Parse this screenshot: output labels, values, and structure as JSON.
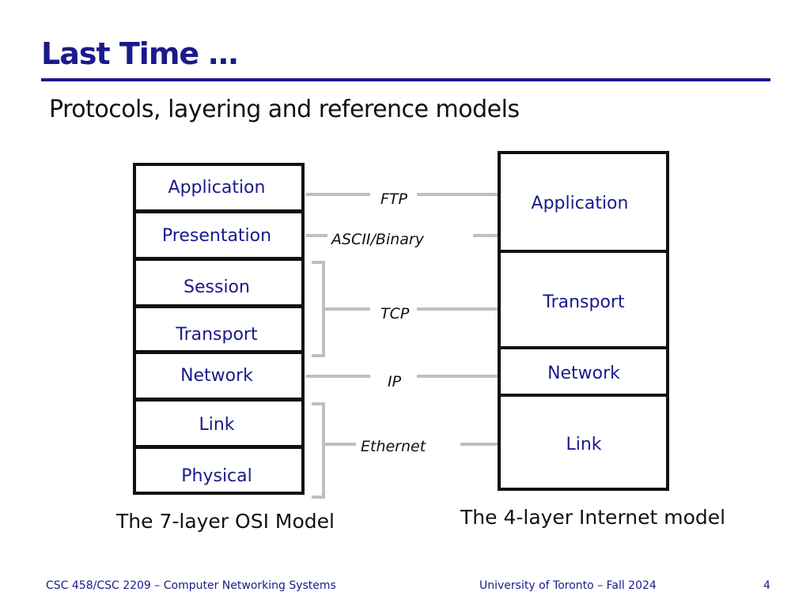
{
  "slide": {
    "title": "Last Time …",
    "subtitle": "Protocols, layering and reference models"
  },
  "osi_model": {
    "caption": "The 7-layer OSI Model",
    "layers": [
      "Application",
      "Presentation",
      "Session",
      "Transport",
      "Network",
      "Link",
      "Physical"
    ]
  },
  "internet_model": {
    "caption": "The 4-layer Internet model",
    "layers": [
      "Application",
      "Transport",
      "Network",
      "Link"
    ]
  },
  "protocols": [
    "FTP",
    "ASCII/Binary",
    "TCP",
    "IP",
    "Ethernet"
  ],
  "footer": {
    "course": "CSC 458/CSC 2209 – Computer Networking Systems",
    "institution": "University of Toronto – Fall 2024",
    "page_number": "4"
  },
  "colors": {
    "title": "#1a1a8c",
    "layer_text": "#1a1a8c",
    "connector": "#bfbfbf",
    "box_border": "#111111"
  }
}
